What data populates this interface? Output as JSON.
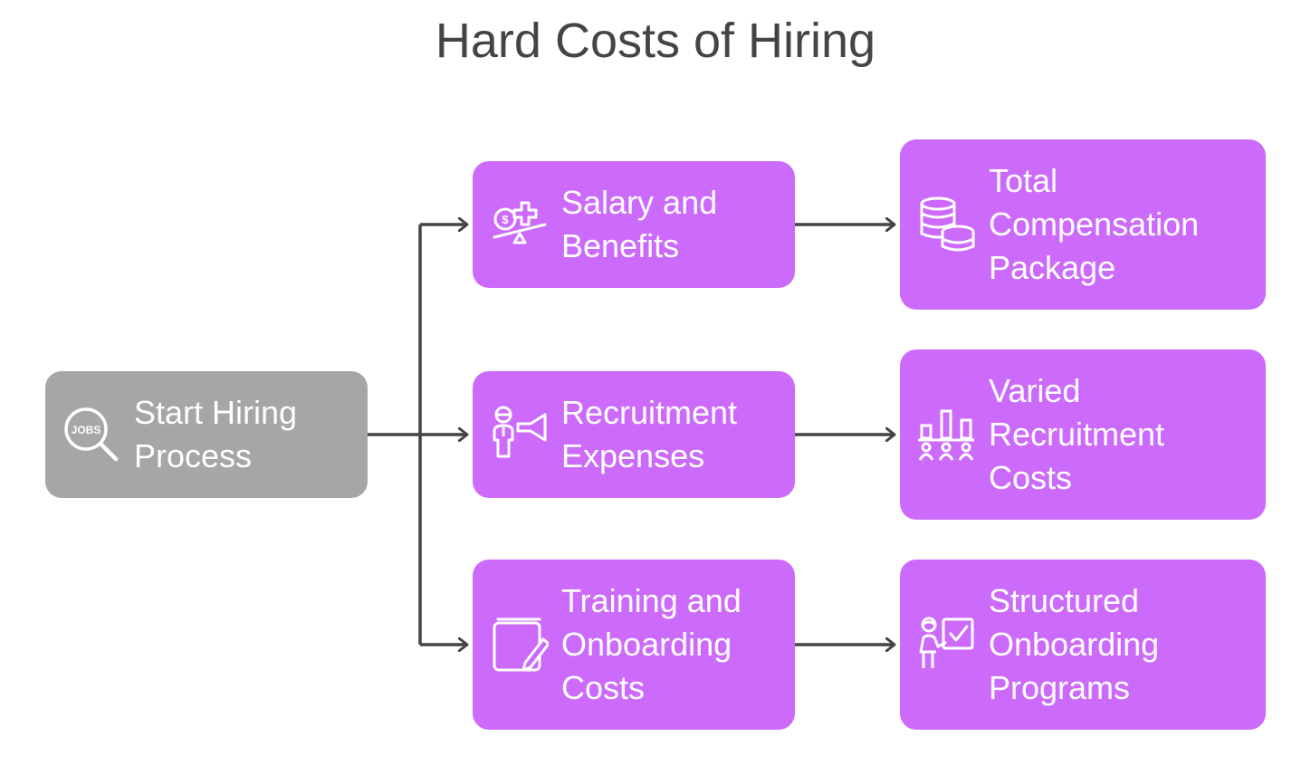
{
  "title": "Hard Costs of Hiring",
  "colors": {
    "start_fill": "#a6a6a6",
    "step_fill": "#cc6bfb",
    "connector": "#444444",
    "text": "#ffffff"
  },
  "start": {
    "label": "Start Hiring Process",
    "icon": "jobs-search-icon",
    "icon_text": "JOBS"
  },
  "branches": [
    {
      "cost": {
        "label": "Salary and Benefits",
        "icon": "salary-benefits-icon"
      },
      "outcome": {
        "label": "Total Compensation Package",
        "icon": "coin-stack-icon"
      }
    },
    {
      "cost": {
        "label": "Recruitment Expenses",
        "icon": "recruiter-megaphone-icon"
      },
      "outcome": {
        "label": "Varied Recruitment Costs",
        "icon": "bar-chart-people-icon"
      }
    },
    {
      "cost": {
        "label": "Training and Onboarding Costs",
        "icon": "notebook-pencil-icon"
      },
      "outcome": {
        "label": "Structured Onboarding Programs",
        "icon": "presenter-board-icon"
      }
    }
  ]
}
